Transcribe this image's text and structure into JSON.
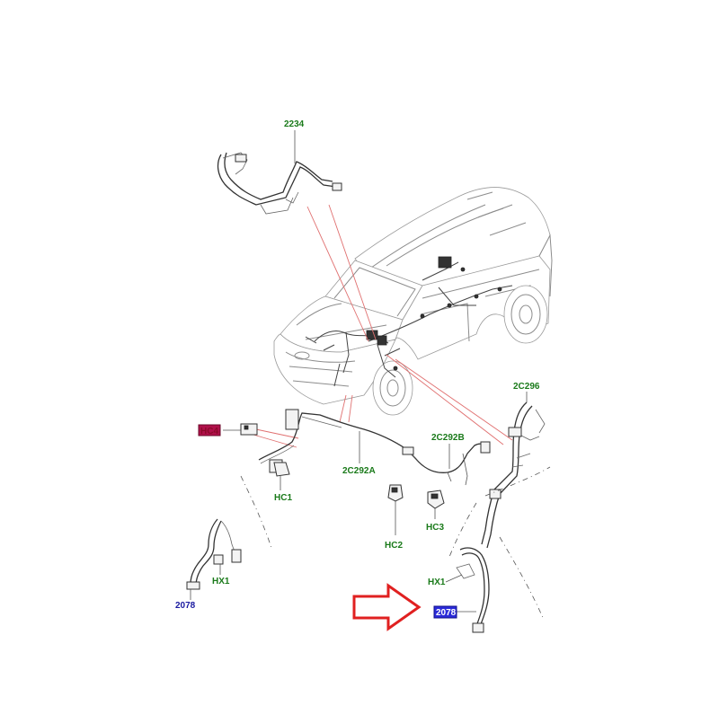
{
  "callouts": {
    "part_2234": "2234",
    "part_2c296": "2C296",
    "part_2c292b": "2C292B",
    "part_2c292a": "2C292A",
    "part_hc_left": "HC4",
    "part_hc1": "HC1",
    "part_hc2": "HC2",
    "part_hc3": "HC3",
    "part_hx1_left": "HX1",
    "part_hx1_right": "HX1",
    "part_2078_left": "2078",
    "part_2078_right": "2078"
  },
  "colors": {
    "label_green": "#1a7a1a",
    "label_blue": "#1a1aa0",
    "highlight_blue": "#2a2ad8",
    "highlight_red": "#b0104a",
    "arrow_red": "#e02020",
    "leader_red": "#e07070"
  },
  "icons": {
    "pointer": "red-outline-arrow"
  }
}
